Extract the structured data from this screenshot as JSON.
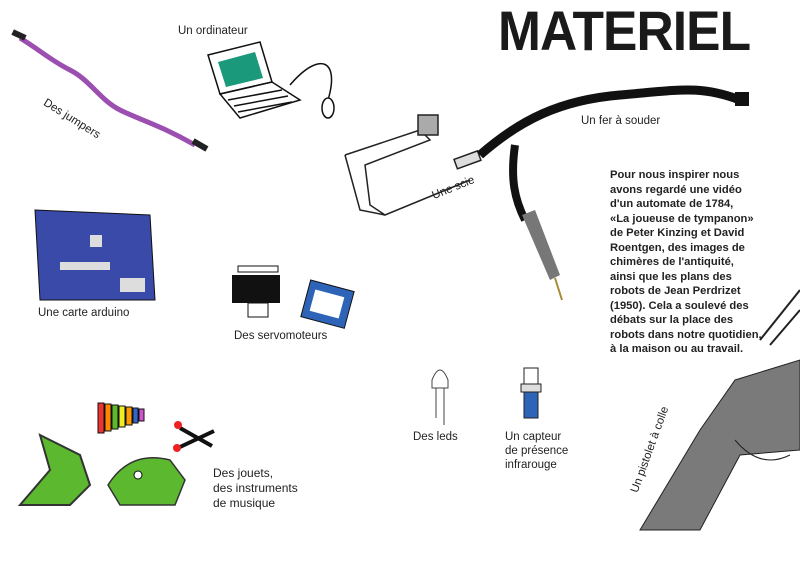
{
  "title": "MATERIEL",
  "items": {
    "jumpers": "Des jumpers",
    "computer": "Un ordinateur",
    "soldering_iron": "Un fer à souder",
    "saw": "Une scie",
    "arduino": "Une carte arduino",
    "servos": "Des servomoteurs",
    "leds": "Des leds",
    "ir_sensor": [
      "Un capteur",
      "de présence",
      "infrarouge"
    ],
    "glue_gun": "Un pistolet à colle",
    "toys": [
      "Des jouets,",
      "des instruments",
      "de musique"
    ]
  },
  "paragraph": [
    "Pour nous inspirer nous",
    "avons regardé une vidéo",
    "d'un automate de 1784,",
    "«La joueuse de tympanon»",
    "de Peter Kinzing et David",
    "Roentgen, des images de",
    "chimères de l'antiquité,",
    "ainsi que les plans des",
    "robots de Jean Perdrizet",
    "(1950). Cela a soulevé des",
    "débats sur la place des",
    "robots dans notre quotidien,",
    "à la maison ou au travail."
  ],
  "colors": {
    "jumper": "#9b4fb0",
    "screen": "#1a9a7a",
    "board": "#3a4aa8",
    "toy_green": "#5cb82e",
    "gun_gray": "#7a7a7a"
  }
}
